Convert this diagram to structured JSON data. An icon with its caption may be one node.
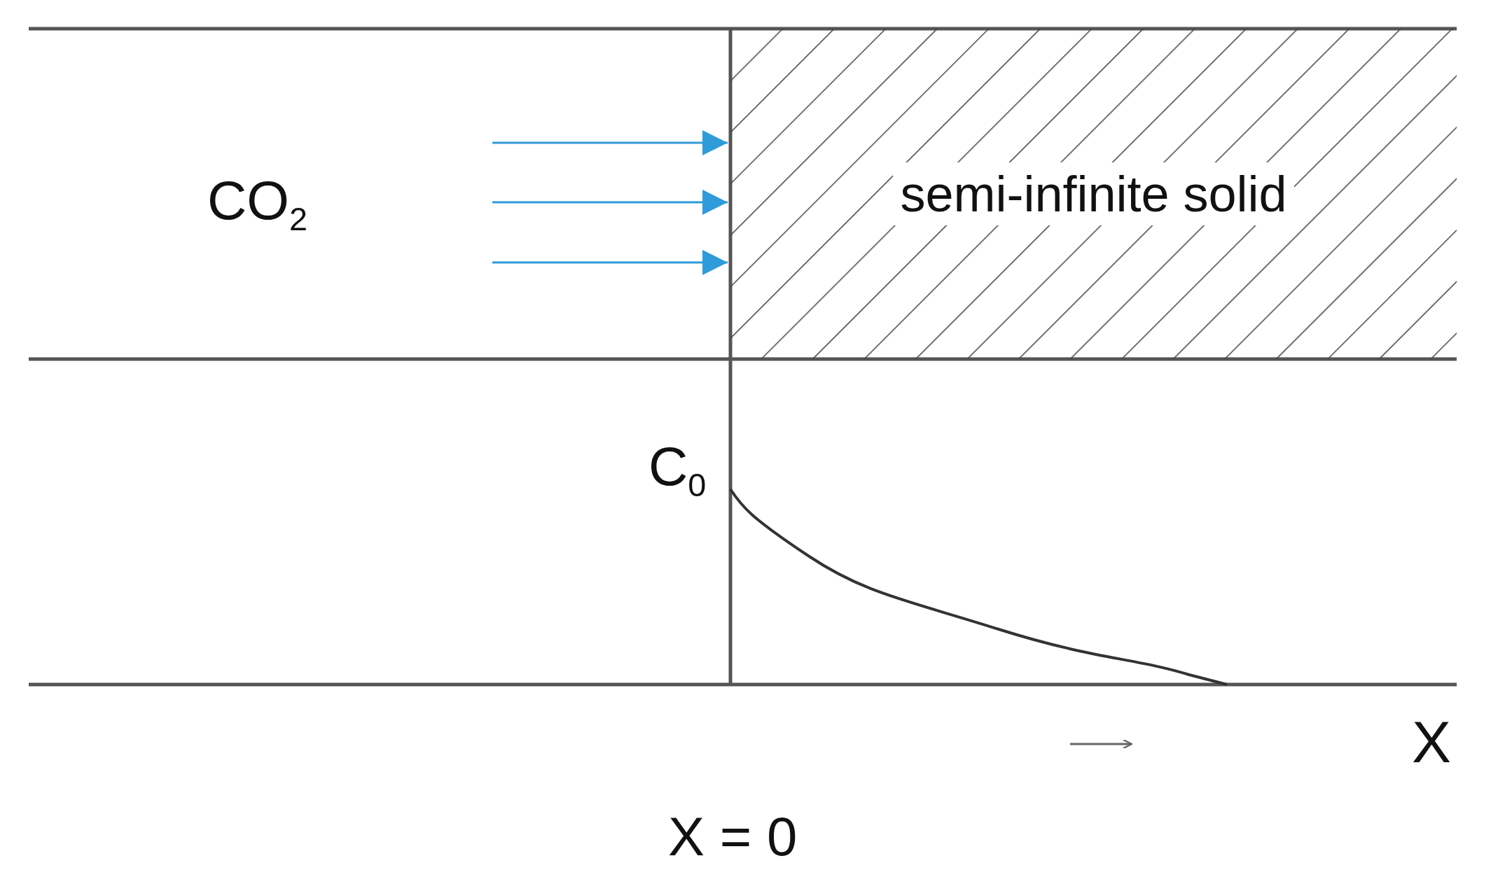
{
  "diagram": {
    "nodes": [
      {
        "text": [
          "CO$_{2}$"
        ]
      },
      {
        "text": [
          "semi-infinite solid"
        ]
      }
    ],
    "edges": [
      {
        "from": null,
        "to": 1,
        "arrow": "to"
      },
      {
        "from": null,
        "to": 1,
        "arrow": "to"
      },
      {
        "from": null,
        "to": 1,
        "arrow": "to"
      }
    ],
    "labels": [
      "C$_{0}$",
      "X",
      "X = 0"
    ]
  }
}
